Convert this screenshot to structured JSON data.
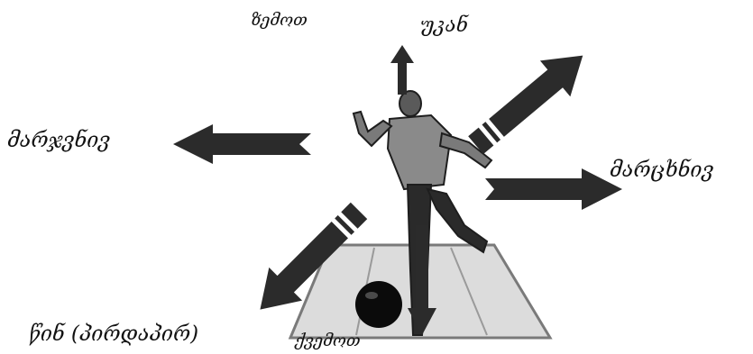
{
  "labels": {
    "up": "ზემოთ",
    "back": "უკან",
    "right": "მარჯვნივ",
    "left": "მარცხნივ",
    "forward": "წინ (პირდაპირ)",
    "down": "ქვემოთ"
  },
  "colors": {
    "arrow": "#2b2b2b",
    "lane": "#d9d9d9",
    "lane_edge": "#8c8c8c",
    "ball": "#0a0a0a",
    "figure": "#3a3a3a"
  }
}
